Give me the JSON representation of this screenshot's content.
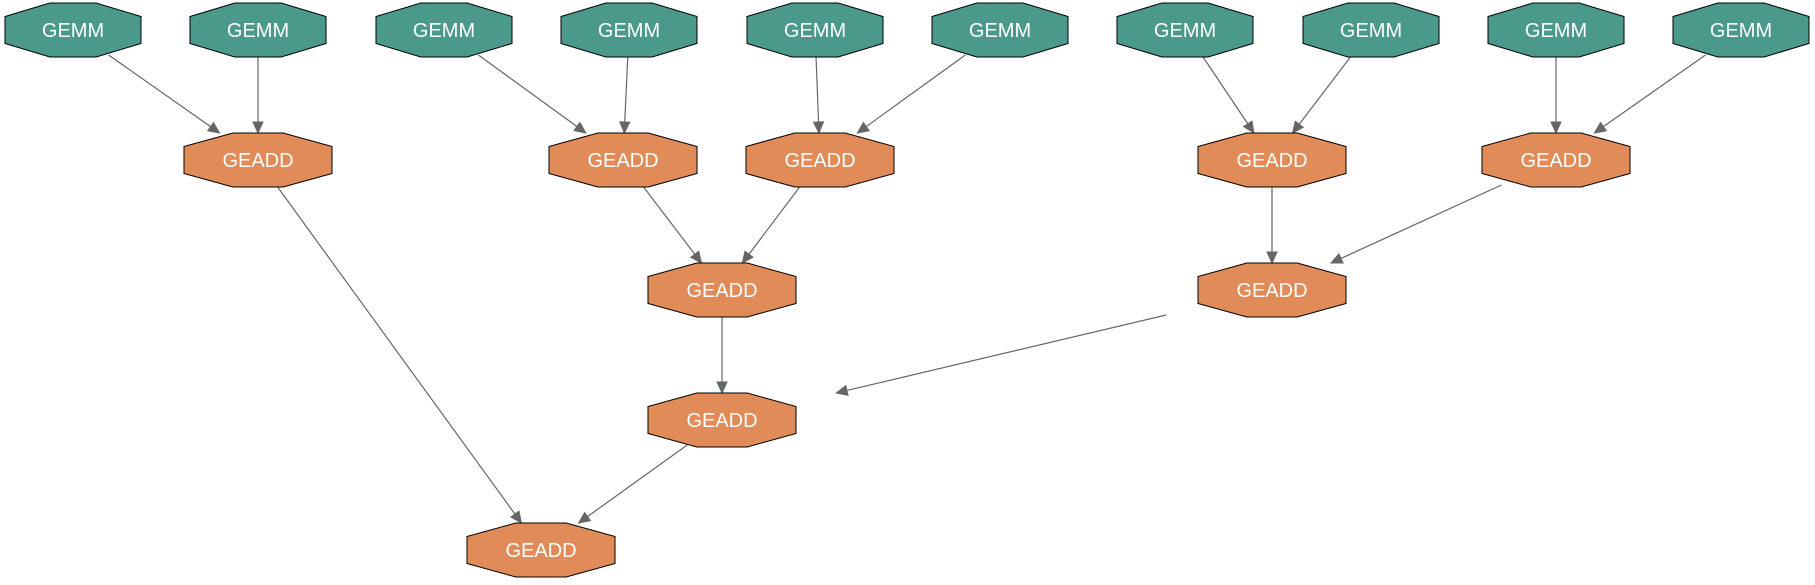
{
  "colors": {
    "gemm": "#4a998b",
    "geadd": "#e08b58",
    "edge": "#666666",
    "label": "#ffffff"
  },
  "nodes": [
    {
      "id": "g1",
      "label": "GEMM",
      "kind": "gemm"
    },
    {
      "id": "g2",
      "label": "GEMM",
      "kind": "gemm"
    },
    {
      "id": "g3",
      "label": "GEMM",
      "kind": "gemm"
    },
    {
      "id": "g4",
      "label": "GEMM",
      "kind": "gemm"
    },
    {
      "id": "g5",
      "label": "GEMM",
      "kind": "gemm"
    },
    {
      "id": "g6",
      "label": "GEMM",
      "kind": "gemm"
    },
    {
      "id": "g7",
      "label": "GEMM",
      "kind": "gemm"
    },
    {
      "id": "g8",
      "label": "GEMM",
      "kind": "gemm"
    },
    {
      "id": "g9",
      "label": "GEMM",
      "kind": "gemm"
    },
    {
      "id": "g10",
      "label": "GEMM",
      "kind": "gemm"
    },
    {
      "id": "a1",
      "label": "GEADD",
      "kind": "geadd"
    },
    {
      "id": "a2",
      "label": "GEADD",
      "kind": "geadd"
    },
    {
      "id": "a3",
      "label": "GEADD",
      "kind": "geadd"
    },
    {
      "id": "a4",
      "label": "GEADD",
      "kind": "geadd"
    },
    {
      "id": "a5",
      "label": "GEADD",
      "kind": "geadd"
    },
    {
      "id": "a6",
      "label": "GEADD",
      "kind": "geadd"
    },
    {
      "id": "a7",
      "label": "GEADD",
      "kind": "geadd"
    },
    {
      "id": "a8",
      "label": "GEADD",
      "kind": "geadd"
    },
    {
      "id": "a9",
      "label": "GEADD",
      "kind": "geadd"
    }
  ],
  "edges": [
    {
      "from": "g1",
      "to": "a1"
    },
    {
      "from": "g2",
      "to": "a1"
    },
    {
      "from": "g3",
      "to": "a2"
    },
    {
      "from": "g4",
      "to": "a2"
    },
    {
      "from": "g5",
      "to": "a3"
    },
    {
      "from": "g6",
      "to": "a3"
    },
    {
      "from": "g7",
      "to": "a4"
    },
    {
      "from": "g8",
      "to": "a4"
    },
    {
      "from": "g9",
      "to": "a5"
    },
    {
      "from": "g10",
      "to": "a5"
    },
    {
      "from": "a2",
      "to": "a6"
    },
    {
      "from": "a3",
      "to": "a6"
    },
    {
      "from": "a4",
      "to": "a7"
    },
    {
      "from": "a5",
      "to": "a7"
    },
    {
      "from": "a6",
      "to": "a8"
    },
    {
      "from": "a7",
      "to": "a8"
    },
    {
      "from": "a1",
      "to": "a9"
    },
    {
      "from": "a8",
      "to": "a9"
    }
  ]
}
